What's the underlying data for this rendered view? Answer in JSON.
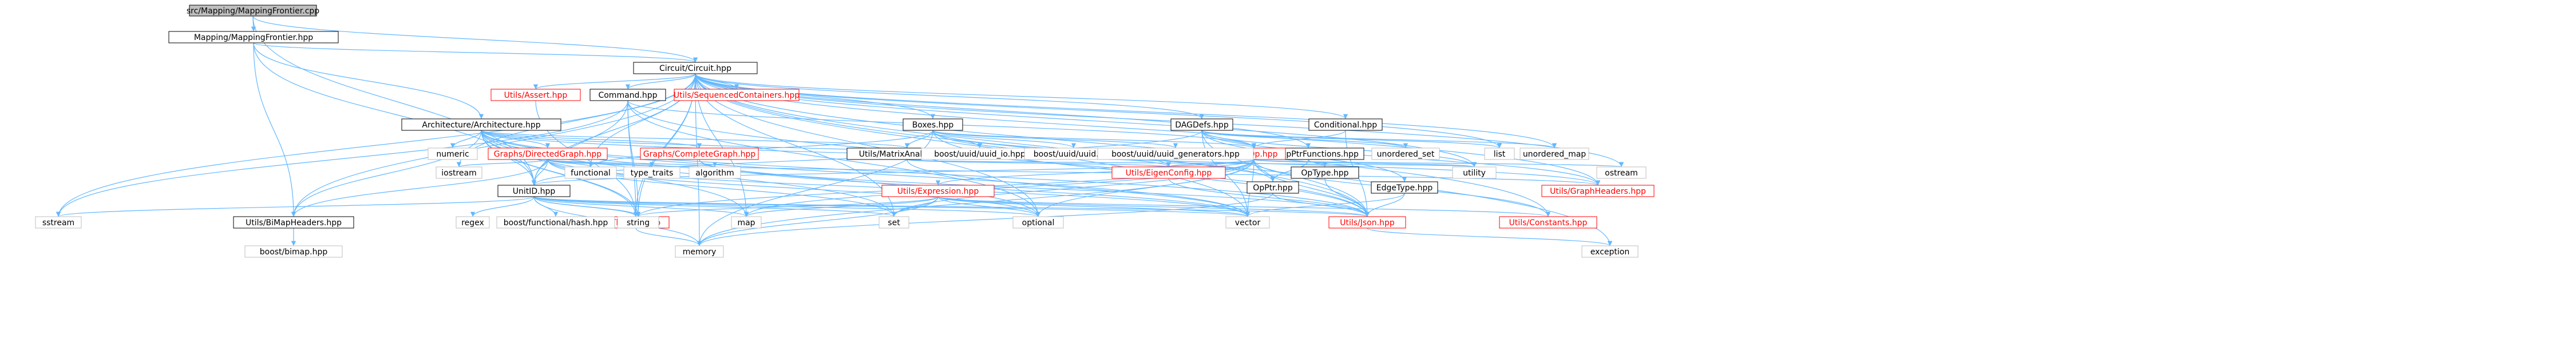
{
  "nodes": [
    {
      "id": "root",
      "label": "src/Mapping/MappingFrontier.cpp",
      "kind": "root"
    },
    {
      "id": "mfh",
      "label": "Mapping/MappingFrontier.hpp",
      "kind": "doc"
    },
    {
      "id": "circ",
      "label": "Circuit/Circuit.hpp",
      "kind": "doc"
    },
    {
      "id": "arch",
      "label": "Architecture/Architecture.hpp",
      "kind": "doc"
    },
    {
      "id": "uassert",
      "label": "Utils/Assert.hpp",
      "kind": "red"
    },
    {
      "id": "cmd",
      "label": "Command.hpp",
      "kind": "doc"
    },
    {
      "id": "useq",
      "label": "Utils/SequencedContainers.hpp",
      "kind": "red"
    },
    {
      "id": "dag",
      "label": "DAGDefs.hpp",
      "kind": "doc"
    },
    {
      "id": "cond",
      "label": "Conditional.hpp",
      "kind": "doc"
    },
    {
      "id": "boxes",
      "label": "Boxes.hpp",
      "kind": "doc"
    },
    {
      "id": "dg",
      "label": "Graphs/DirectedGraph.hpp",
      "kind": "red"
    },
    {
      "id": "cg",
      "label": "Graphs/CompleteGraph.hpp",
      "kind": "red"
    },
    {
      "id": "uma",
      "label": "Utils/MatrixAnalysis.hpp",
      "kind": "doc"
    },
    {
      "id": "gate",
      "label": "Gate/OpPtrFunctions.hpp",
      "kind": "doc"
    },
    {
      "id": "opop",
      "label": "Ops/Op.hpp",
      "kind": "red"
    },
    {
      "id": "uniid",
      "label": "UnitID.hpp",
      "kind": "doc"
    },
    {
      "id": "ueigen",
      "label": "Utils/EigenConfig.hpp",
      "kind": "red"
    },
    {
      "id": "uexpr",
      "label": "Utils/Expression.hpp",
      "kind": "red"
    },
    {
      "id": "opptr",
      "label": "OpPtr.hpp",
      "kind": "doc"
    },
    {
      "id": "optype",
      "label": "OpType.hpp",
      "kind": "doc"
    },
    {
      "id": "edgetype",
      "label": "EdgeType.hpp",
      "kind": "doc"
    },
    {
      "id": "ugraph",
      "label": "Utils/GraphHeaders.hpp",
      "kind": "red"
    },
    {
      "id": "ubimap",
      "label": "Utils/BiMapHeaders.hpp",
      "kind": "doc"
    },
    {
      "id": "tket",
      "label": "TketLog.hpp",
      "kind": "red"
    },
    {
      "id": "ujson",
      "label": "Utils/Json.hpp",
      "kind": "red"
    },
    {
      "id": "uconst",
      "label": "Utils/Constants.hpp",
      "kind": "red"
    },
    {
      "id": "numeric",
      "label": "numeric",
      "kind": "sys"
    },
    {
      "id": "iostream",
      "label": "iostream",
      "kind": "sys"
    },
    {
      "id": "functional",
      "label": "functional",
      "kind": "sys"
    },
    {
      "id": "type_traits",
      "label": "type_traits",
      "kind": "sys"
    },
    {
      "id": "algorithm",
      "label": "algorithm",
      "kind": "sys"
    },
    {
      "id": "buio",
      "label": "boost/uuid/uuid_io.hpp",
      "kind": "sys"
    },
    {
      "id": "bu",
      "label": "boost/uuid/uuid.hpp",
      "kind": "sys"
    },
    {
      "id": "bug",
      "label": "boost/uuid/uuid_generators.hpp",
      "kind": "sys"
    },
    {
      "id": "uset",
      "label": "unordered_set",
      "kind": "sys"
    },
    {
      "id": "list",
      "label": "list",
      "kind": "sys"
    },
    {
      "id": "umap",
      "label": "unordered_map",
      "kind": "sys"
    },
    {
      "id": "ostream",
      "label": "ostream",
      "kind": "sys"
    },
    {
      "id": "utility",
      "label": "utility",
      "kind": "sys"
    },
    {
      "id": "sstream",
      "label": "sstream",
      "kind": "sys"
    },
    {
      "id": "regex",
      "label": "regex",
      "kind": "sys"
    },
    {
      "id": "bfh",
      "label": "boost/functional/hash.hpp",
      "kind": "sys"
    },
    {
      "id": "string",
      "label": "string",
      "kind": "sys"
    },
    {
      "id": "map",
      "label": "map",
      "kind": "sys"
    },
    {
      "id": "set",
      "label": "set",
      "kind": "sys"
    },
    {
      "id": "optional",
      "label": "optional",
      "kind": "sys"
    },
    {
      "id": "vector",
      "label": "vector",
      "kind": "sys"
    },
    {
      "id": "memory",
      "label": "memory",
      "kind": "sys"
    },
    {
      "id": "exception",
      "label": "exception",
      "kind": "sys"
    },
    {
      "id": "bbimap",
      "label": "boost/bimap.hpp",
      "kind": "sys"
    }
  ],
  "edges": [
    [
      "root",
      "mfh"
    ],
    [
      "root",
      "circ"
    ],
    [
      "root",
      "uniid"
    ],
    [
      "mfh",
      "circ"
    ],
    [
      "mfh",
      "arch"
    ],
    [
      "mfh",
      "uniid"
    ],
    [
      "mfh",
      "ubimap"
    ],
    [
      "circ",
      "uassert"
    ],
    [
      "circ",
      "cmd"
    ],
    [
      "circ",
      "useq"
    ],
    [
      "circ",
      "dag"
    ],
    [
      "circ",
      "cond"
    ],
    [
      "circ",
      "boxes"
    ],
    [
      "circ",
      "gate"
    ],
    [
      "circ",
      "tket"
    ],
    [
      "circ",
      "uniid"
    ],
    [
      "circ",
      "ujson"
    ],
    [
      "circ",
      "uconst"
    ],
    [
      "circ",
      "ugraph"
    ],
    [
      "circ",
      "ubimap"
    ],
    [
      "circ",
      "list"
    ],
    [
      "circ",
      "umap"
    ],
    [
      "circ",
      "ostream"
    ],
    [
      "circ",
      "optional"
    ],
    [
      "circ",
      "map"
    ],
    [
      "circ",
      "memory"
    ],
    [
      "circ",
      "exception"
    ],
    [
      "circ",
      "sstream"
    ],
    [
      "circ",
      "functional"
    ],
    [
      "circ",
      "string"
    ],
    [
      "circ",
      "vector"
    ],
    [
      "circ",
      "set"
    ],
    [
      "circ",
      "utility"
    ],
    [
      "circ",
      "iostream"
    ],
    [
      "arch",
      "dg"
    ],
    [
      "arch",
      "cg"
    ],
    [
      "arch",
      "uma"
    ],
    [
      "arch",
      "numeric"
    ],
    [
      "arch",
      "uniid"
    ],
    [
      "arch",
      "ueigen"
    ],
    [
      "arch",
      "tket"
    ],
    [
      "arch",
      "string"
    ],
    [
      "arch",
      "vector"
    ],
    [
      "arch",
      "set"
    ],
    [
      "arch",
      "map"
    ],
    [
      "arch",
      "optional"
    ],
    [
      "arch",
      "ujson"
    ],
    [
      "arch",
      "ugraph"
    ],
    [
      "arch",
      "ubimap"
    ],
    [
      "uassert",
      "tket"
    ],
    [
      "cmd",
      "uniid"
    ],
    [
      "cmd",
      "opop"
    ],
    [
      "cmd",
      "tket"
    ],
    [
      "cmd",
      "string"
    ],
    [
      "cmd",
      "optional"
    ],
    [
      "cmd",
      "sstream"
    ],
    [
      "cmd",
      "ujson"
    ],
    [
      "dag",
      "opop"
    ],
    [
      "dag",
      "uset"
    ],
    [
      "dag",
      "list"
    ],
    [
      "dag",
      "umap"
    ],
    [
      "dag",
      "utility"
    ],
    [
      "dag",
      "edgetype"
    ],
    [
      "dag",
      "ugraph"
    ],
    [
      "dag",
      "uniid"
    ],
    [
      "dag",
      "ujson"
    ],
    [
      "dag",
      "vector"
    ],
    [
      "cond",
      "opop"
    ],
    [
      "cond",
      "ujson"
    ],
    [
      "boxes",
      "uma"
    ],
    [
      "boxes",
      "buio"
    ],
    [
      "boxes",
      "bu"
    ],
    [
      "boxes",
      "bug"
    ],
    [
      "boxes",
      "opop"
    ],
    [
      "boxes",
      "ueigen"
    ],
    [
      "boxes",
      "functional"
    ],
    [
      "boxes",
      "memory"
    ],
    [
      "boxes",
      "ujson"
    ],
    [
      "boxes",
      "opptr"
    ],
    [
      "dg",
      "uniid"
    ],
    [
      "dg",
      "type_traits"
    ],
    [
      "dg",
      "algorithm"
    ],
    [
      "dg",
      "functional"
    ],
    [
      "dg",
      "iostream"
    ],
    [
      "dg",
      "ugraph"
    ],
    [
      "dg",
      "optional"
    ],
    [
      "dg",
      "set"
    ],
    [
      "dg",
      "ubimap"
    ],
    [
      "dg",
      "vector"
    ],
    [
      "cg",
      "ujson"
    ],
    [
      "cg",
      "vector"
    ],
    [
      "uma",
      "ueigen"
    ],
    [
      "uma",
      "vector"
    ],
    [
      "uma",
      "utility"
    ],
    [
      "gate",
      "opptr"
    ],
    [
      "gate",
      "optype"
    ],
    [
      "opop",
      "uexpr"
    ],
    [
      "opop",
      "opptr"
    ],
    [
      "opop",
      "ueigen"
    ],
    [
      "opop",
      "ujson"
    ],
    [
      "opop",
      "uconst"
    ],
    [
      "opop",
      "string"
    ],
    [
      "opop",
      "vector"
    ],
    [
      "opop",
      "set"
    ],
    [
      "opop",
      "optional"
    ],
    [
      "opop",
      "memory"
    ],
    [
      "opop",
      "map"
    ],
    [
      "opop",
      "ostream"
    ],
    [
      "opop",
      "utility"
    ],
    [
      "opop",
      "uniid"
    ],
    [
      "uniid",
      "sstream"
    ],
    [
      "uniid",
      "regex"
    ],
    [
      "uniid",
      "bfh"
    ],
    [
      "uniid",
      "string"
    ],
    [
      "uniid",
      "map"
    ],
    [
      "uniid",
      "set"
    ],
    [
      "uniid",
      "optional"
    ],
    [
      "uniid",
      "tket"
    ],
    [
      "uniid",
      "memory"
    ],
    [
      "uniid",
      "ujson"
    ],
    [
      "uniid",
      "vector"
    ],
    [
      "ueigen",
      "ujson"
    ],
    [
      "uexpr",
      "string"
    ],
    [
      "uexpr",
      "set"
    ],
    [
      "uexpr",
      "optional"
    ],
    [
      "uexpr",
      "memory"
    ],
    [
      "uexpr",
      "map"
    ],
    [
      "uexpr",
      "ujson"
    ],
    [
      "uexpr",
      "vector"
    ],
    [
      "uexpr",
      "uconst"
    ],
    [
      "opptr",
      "memory"
    ],
    [
      "opptr",
      "ujson"
    ],
    [
      "optype",
      "ujson"
    ],
    [
      "edgetype",
      "ujson"
    ],
    [
      "edgetype",
      "vector"
    ],
    [
      "ubimap",
      "bbimap"
    ],
    [
      "tket",
      "memory"
    ],
    [
      "tket",
      "string"
    ],
    [
      "ujson",
      "exception"
    ]
  ]
}
